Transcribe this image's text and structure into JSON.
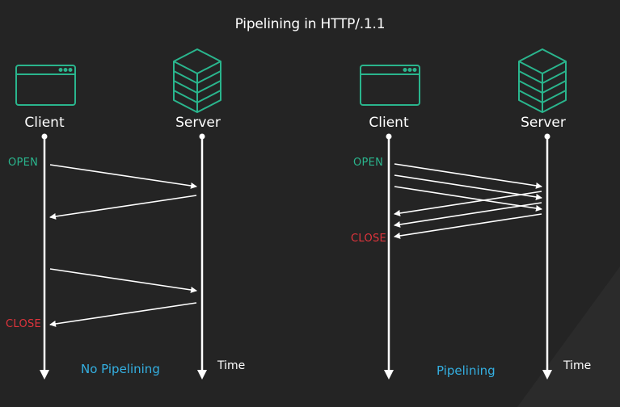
{
  "title": "Pipelining in HTTP/.1.1",
  "colors": {
    "background": "#242424",
    "icon_green": "#2ab58d",
    "open": "#2ab58d",
    "close": "#e0343c",
    "caption": "#34b0e2",
    "line": "#ffffff"
  },
  "left": {
    "client_label": "Client",
    "server_label": "Server",
    "client_icon": "browser-window-icon",
    "server_icon": "server-stack-icon",
    "open_label": "OPEN",
    "close_label": "CLOSE",
    "caption": "No Pipelining",
    "time_label": "Time"
  },
  "right": {
    "client_label": "Client",
    "server_label": "Server",
    "client_icon": "browser-window-icon",
    "server_icon": "server-stack-icon",
    "open_label": "OPEN",
    "close_label": "CLOSE",
    "caption": "Pipelining",
    "time_label": "Time"
  }
}
